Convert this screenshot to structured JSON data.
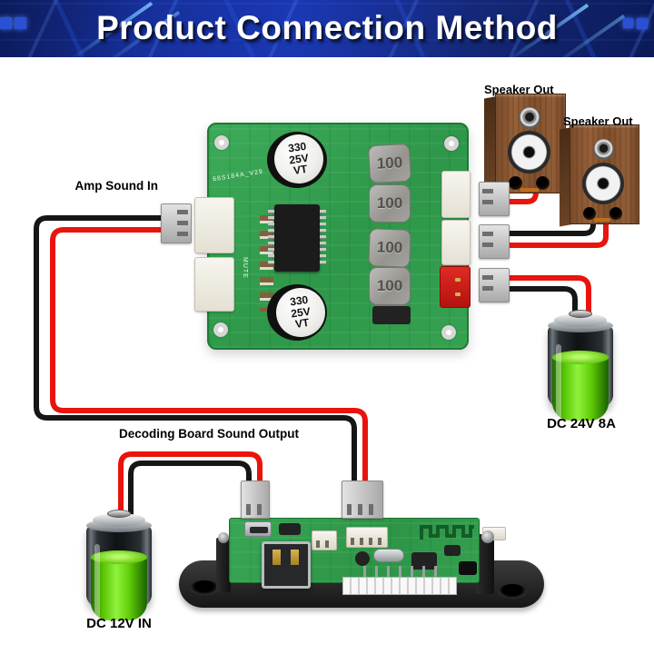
{
  "banner": {
    "title": "Product Connection Method"
  },
  "labels": {
    "amp_sound_in": "Amp Sound In",
    "speaker_out_top": "Speaker Out",
    "speaker_out_right": "Speaker Out",
    "decoding_output": "Decoding Board Sound Output",
    "dc_24v": "DC 24V 8A",
    "dc_12v": "DC 12V IN"
  },
  "amp_board": {
    "silkscreen": "68S184A_V29",
    "mute_label": "MUTE",
    "capacitors": [
      {
        "lines": [
          "330",
          "25V",
          "VT"
        ]
      },
      {
        "lines": [
          "330",
          "25V",
          "VT"
        ]
      }
    ],
    "inductors": [
      "100",
      "100",
      "100",
      "100"
    ]
  },
  "colors": {
    "wire_red": "#e8140d",
    "wire_black": "#161616",
    "pcb_green": "#33a04e",
    "banner_blue": "#162f9a",
    "battery_green": "#67d40a",
    "connector_red": "#d42420"
  }
}
